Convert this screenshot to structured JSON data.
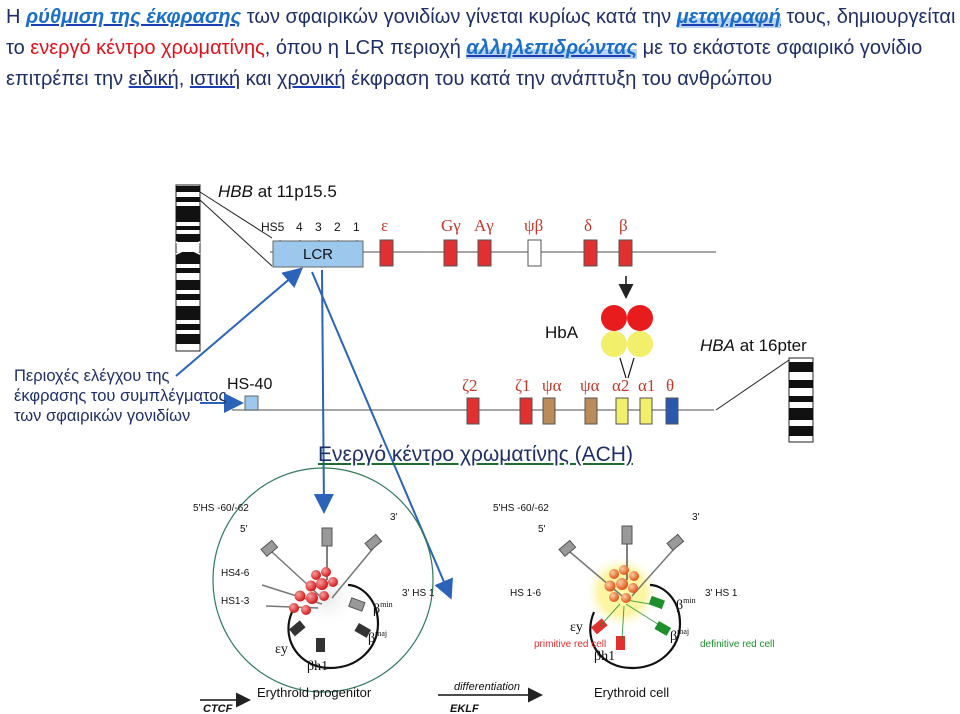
{
  "paragraph": {
    "p1": "Η ",
    "p2": "ρύθμιση της έκφρασης",
    "p3": " των σφαιρικών γονιδίων γίνεται κυρίως κατά την ",
    "p4": "μεταγραφή",
    "p5": " τους, δημιουργείται το ",
    "p6": "ενεργό κέντρο χρωματίνης",
    "p7": ", όπου η LCR περιοχή ",
    "p8": "αλληλεπιδρώντας",
    "p9": " με το εκάστοτε σφαιρικό γονίδιο επιτρέπει την ",
    "p10": "ειδική",
    "p11": ", ",
    "p12": "ιστική",
    "p13": " και ",
    "p14": "χρονική",
    "p15": " έκφραση του κατά την ανάπτυξη του ανθρώπου"
  },
  "hbb": {
    "title_a": "HBB",
    "title_b": " at 11p15.5",
    "hs_labels": [
      "HS5",
      "4",
      "3",
      "2",
      "1"
    ],
    "lcr": "LCR",
    "genes": [
      "ε",
      "Gγ",
      "Aγ",
      "ψβ",
      "δ",
      "β"
    ]
  },
  "hba": {
    "hb_label": "HbA",
    "title_a": "HBA",
    "title_b": " at 16pter",
    "hs40": "HS-40",
    "genes": [
      "ζ2",
      "ζ1",
      "ψα",
      "ψα",
      "α2",
      "α1",
      "θ"
    ]
  },
  "left_note": "Περιοχές ελέγχου της έκφρασης του συμπλέγματος των σφαιρικών γονιδίων",
  "ach_title": "Ενεργό κέντρο χρωματίνης (ACH)",
  "progenitor": {
    "hs_top": "5'HS -60/-62",
    "five": "5'",
    "three": "3'",
    "hs46": "HS4-6",
    "hs13": "HS1-3",
    "three_hs1": "3' HS 1",
    "bmin": "β",
    "bmin_sup": "min",
    "bmaj": "β",
    "bmaj_sup": "maj",
    "ey": "εy",
    "bh1": "βh1",
    "caption": "Erythroid progenitor"
  },
  "cell": {
    "hs_top": "5'HS -60/-62",
    "five": "5'",
    "three": "3'",
    "hs16": "HS 1-6",
    "three_hs1": "3' HS 1",
    "bmin": "β",
    "bmin_sup": "min",
    "bmaj": "β",
    "bmaj_sup": "maj",
    "ey": "εy",
    "bh1": "βh1",
    "primitive": "primitive red cell",
    "definitive": "definitive red cell",
    "caption": "Erythroid cell"
  },
  "bottom": {
    "differentiation": "differentiation",
    "ctcf": "CTCF",
    "eklf": "EKLF"
  },
  "colors": {
    "text": "#1f2f66",
    "blue_em": "#1b6fc9",
    "red_em": "#e0101a",
    "red_gene": "#e03030",
    "yellow": "#f2f06a",
    "green": "#1f8f2e",
    "lcr_fill": "#9cc8ee"
  }
}
